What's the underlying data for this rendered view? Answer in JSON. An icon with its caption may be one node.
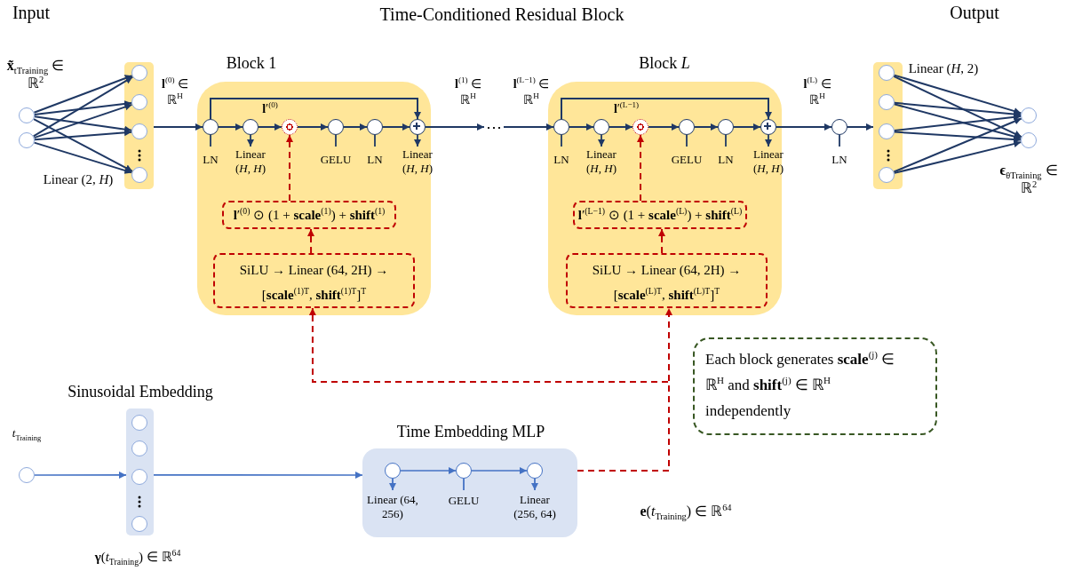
{
  "diagram": {
    "title": "Time-Conditioned Residual Block",
    "nodes": [
      {
        "text": [],
        "shape": "circle"
      },
      {
        "text": [],
        "shape": "circle"
      },
      {
        "text": [],
        "shape": "bar"
      },
      {
        "text": [],
        "shape": "circle",
        "in": 2
      },
      {
        "text": [],
        "shape": "circle",
        "in": 2
      },
      {
        "text": [],
        "shape": "circle",
        "in": 2
      },
      {
        "text": [],
        "shape": "circle",
        "in": 2
      },
      {
        "text": [],
        "shape": "box",
        "beside": [
          "Block 1"
        ]
      },
      {
        "text": [],
        "shape": "circle",
        "in": 7,
        "beside": [
          "LN"
        ]
      },
      {
        "text": [],
        "shape": "circle",
        "in": 7,
        "beside": [
          "Linear (*H*, *H*)"
        ]
      },
      {
        "text": [],
        "shape": "circle",
        "in": 7
      },
      {
        "text": [],
        "shape": "circle",
        "in": 7,
        "beside": [
          "GELU"
        ]
      },
      {
        "text": [],
        "shape": "circle",
        "in": 7,
        "beside": [
          "LN"
        ]
      },
      {
        "text": [],
        "shape": "circle",
        "in": 7,
        "beside": [
          "Linear (*H*, *H*)"
        ]
      },
      {
        "text": [
          "**l**′$^{(0)}$ ⊙ (1 + **scale**$^{(1)}$) + **shift**$^{(1)}$"
        ],
        "in": 7
      },
      {
        "text": [
          "SiLU → Linear (64, 2H) → [**scale**$^{(1)T}$, **shift**$^{(1)T}$]$^{T}$"
        ],
        "in": 7
      },
      {
        "text": [
          "⋯"
        ]
      },
      {
        "text": [],
        "shape": "box",
        "beside": [
          "Block *L*"
        ]
      },
      {
        "text": [],
        "shape": "circle",
        "in": 17,
        "beside": [
          "LN"
        ]
      },
      {
        "text": [],
        "shape": "circle",
        "in": 17,
        "beside": [
          "Linear (*H*, *H*)"
        ]
      },
      {
        "text": [],
        "shape": "circle",
        "in": 17
      },
      {
        "text": [],
        "shape": "circle",
        "in": 17,
        "beside": [
          "GELU"
        ]
      },
      {
        "text": [],
        "shape": "circle",
        "in": 17,
        "beside": [
          "LN"
        ]
      },
      {
        "text": [],
        "shape": "circle",
        "in": 17,
        "beside": [
          "Linear (*H*, *H*)"
        ]
      },
      {
        "text": [
          "**l**′$^{(L−1)}$ ⊙ (1 + **scale**$^{(L)}$) + **shift**$^{(L)}$"
        ],
        "in": 17
      },
      {
        "text": [
          "SiLU → Linear (64, 2H) → [**scale**$^{(L)T}$, **shift**$^{(L)T}$]$^{T}$"
        ],
        "in": 17
      },
      {
        "text": [],
        "shape": "circle",
        "beside": [
          "LN"
        ]
      },
      {
        "text": [],
        "shape": "bar"
      },
      {
        "text": [],
        "shape": "circle",
        "in": 27
      },
      {
        "text": [],
        "shape": "circle",
        "in": 27
      },
      {
        "text": [],
        "shape": "circle",
        "in": 27
      },
      {
        "text": [],
        "shape": "circle",
        "in": 27
      },
      {
        "text": [],
        "shape": "circle"
      },
      {
        "text": [],
        "shape": "circle"
      },
      {
        "text": [],
        "shape": "circle",
        "beside": [
          "*t*$_{Training}$"
        ]
      },
      {
        "text": [],
        "shape": "bar",
        "beside": [
          "Sinusoidal Embedding",
          "**γ**(*t*$_{Training}$) ∈ ℝ$^{64}$"
        ]
      },
      {
        "text": [],
        "shape": "circle",
        "in": 35
      },
      {
        "text": [],
        "shape": "circle",
        "in": 35
      },
      {
        "text": [],
        "shape": "circle",
        "in": 35
      },
      {
        "text": [],
        "shape": "circle",
        "in": 35
      },
      {
        "text": [],
        "shape": "box",
        "beside": [
          "Time Embedding MLP"
        ]
      },
      {
        "text": [],
        "shape": "circle",
        "in": 40,
        "beside": [
          "Linear (64, 256)"
        ]
      },
      {
        "text": [],
        "shape": "circle",
        "in": 40,
        "beside": [
          "GELU"
        ]
      },
      {
        "text": [],
        "shape": "circle",
        "in": 40,
        "beside": [
          "Linear (256, 64)"
        ]
      },
      {
        "text": [
          "Each block generates **scale**$^{(j)}$ ∈ ℝ$^{H}$ and **shift**$^{(j)}$ ∈ ℝ$^{H}$ independently"
        ]
      }
    ],
    "edges": [
      {
        "from": 0,
        "to": 3,
        "arrow": "to"
      },
      {
        "from": 0,
        "to": 4,
        "arrow": "to"
      },
      {
        "from": 0,
        "to": 5,
        "arrow": "to"
      },
      {
        "from": 0,
        "to": 6,
        "arrow": "to"
      },
      {
        "from": 1,
        "to": 3,
        "arrow": "to"
      },
      {
        "from": 1,
        "to": 4,
        "arrow": "to"
      },
      {
        "from": 1,
        "to": 5,
        "arrow": "to"
      },
      {
        "from": 1,
        "to": 6,
        "arrow": "to"
      },
      {
        "from": 2,
        "to": 8,
        "arrow": "to",
        "label": "**l**$^{(0)}$ ∈ ℝ$^{H}$"
      },
      {
        "from": 8,
        "to": 9,
        "arrow": "to"
      },
      {
        "from": 9,
        "to": 10,
        "arrow": "to",
        "label": "**l**′$^{(0)}$"
      },
      {
        "from": 10,
        "to": 11,
        "arrow": "to"
      },
      {
        "from": 11,
        "to": 12,
        "arrow": "to"
      },
      {
        "from": 12,
        "to": 13,
        "arrow": "to"
      },
      {
        "from": 8,
        "to": 13,
        "arrow": "to"
      },
      {
        "from": 15,
        "to": 14,
        "arrow": "to",
        "style": "dashed",
        "color": "#c00000"
      },
      {
        "from": 14,
        "to": 10,
        "arrow": "to",
        "style": "dashed",
        "color": "#c00000"
      },
      {
        "from": 13,
        "to": 16,
        "arrow": "to",
        "label": "**l**$^{(1)}$ ∈ ℝ$^{H}$"
      },
      {
        "from": 16,
        "to": 18,
        "arrow": "to",
        "label": "**l**$^{(L−1)}$ ∈ ℝ$^{H}$"
      },
      {
        "from": 18,
        "to": 19,
        "arrow": "to"
      },
      {
        "from": 19,
        "to": 20,
        "arrow": "to",
        "label": "**l**′$^{(L−1)}$"
      },
      {
        "from": 20,
        "to": 21,
        "arrow": "to"
      },
      {
        "from": 21,
        "to": 22,
        "arrow": "to"
      },
      {
        "from": 22,
        "to": 23,
        "arrow": "to"
      },
      {
        "from": 18,
        "to": 23,
        "arrow": "to"
      },
      {
        "from": 25,
        "to": 24,
        "arrow": "to",
        "style": "dashed",
        "color": "#c00000"
      },
      {
        "from": 24,
        "to": 20,
        "arrow": "to",
        "style": "dashed",
        "color": "#c00000"
      },
      {
        "from": 23,
        "to": 26,
        "arrow": "to",
        "label": "**l**$^{(L)}$ ∈ ℝ$^{H}$"
      },
      {
        "from": 26,
        "to": 27,
        "arrow": "to"
      },
      {
        "from": 28,
        "to": 32,
        "arrow": "to"
      },
      {
        "from": 28,
        "to": 33,
        "arrow": "to"
      },
      {
        "from": 29,
        "to": 32,
        "arrow": "to"
      },
      {
        "from": 29,
        "to": 33,
        "arrow": "to"
      },
      {
        "from": 30,
        "to": 32,
        "arrow": "to"
      },
      {
        "from": 30,
        "to": 33,
        "arrow": "to"
      },
      {
        "from": 31,
        "to": 32,
        "arrow": "to"
      },
      {
        "from": 31,
        "to": 33,
        "arrow": "to"
      },
      {
        "from": 34,
        "to": 35,
        "arrow": "to",
        "color": "#4472c4"
      },
      {
        "from": 35,
        "to": 40,
        "arrow": "to",
        "color": "#4472c4"
      },
      {
        "from": 41,
        "to": 42,
        "arrow": "to",
        "color": "#4472c4"
      },
      {
        "from": 42,
        "to": 43,
        "arrow": "to",
        "color": "#4472c4"
      },
      {
        "from": 40,
        "to": 15,
        "arrow": "to",
        "style": "dashed",
        "color": "#c00000"
      },
      {
        "from": 40,
        "to": 25,
        "arrow": "to",
        "style": "dashed",
        "color": "#c00000"
      }
    ],
    "labels": [
      "Input",
      "Output",
      "**x̃**$_{tTraining}$ ∈ ℝ$^{2}$",
      "Linear (2, *H*)",
      "Linear (*H*, 2)",
      "**ϵ**$_{θTraining}$ ∈ ℝ$^{2}$",
      "**e**(*t*$_{Training}$) ∈ ℝ$^{64}$"
    ]
  }
}
